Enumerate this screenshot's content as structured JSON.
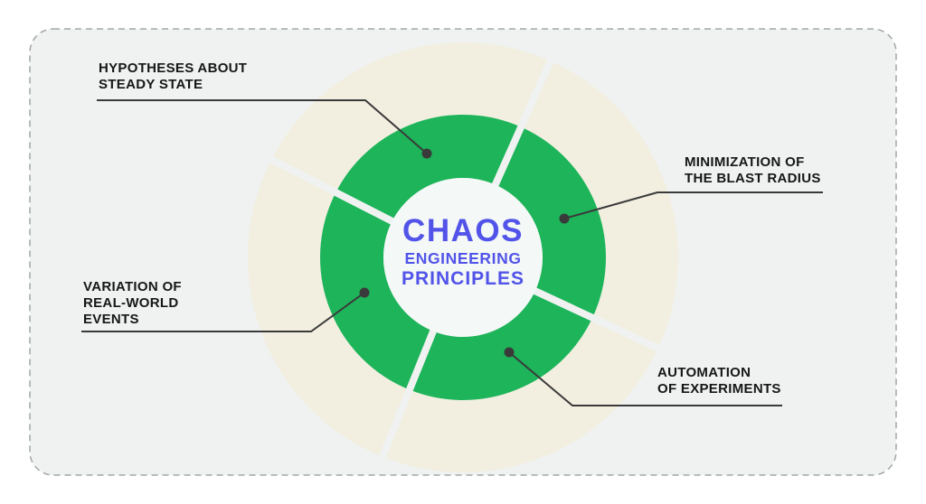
{
  "title": {
    "lines": [
      "CHAOS",
      "ENGINEERING",
      "PRINCIPLES"
    ]
  },
  "principles": [
    {
      "name": "hypotheses-about-steady-state",
      "lines": [
        "HYPOTHESES ABOUT",
        "STEADY STATE"
      ]
    },
    {
      "name": "minimization-of-the-blast-radius",
      "lines": [
        "MINIMIZATION OF",
        "THE BLAST RADIUS"
      ]
    },
    {
      "name": "variation-of-real-world-events",
      "lines": [
        "VARIATION OF",
        "REAL-WORLD",
        "EVENTS"
      ]
    },
    {
      "name": "automation-of-experiments",
      "lines": [
        "AUTOMATION",
        "OF EXPERIMENTS"
      ]
    }
  ],
  "colors": {
    "page_bg": "#FFFFFF",
    "card_bg": "#EFF2F1",
    "card_border": "#A2A7A6",
    "ring_outer_beige": "#F2EFE0",
    "ring_inner_green": "#1DB45A",
    "center_circle": "#F4F8F6",
    "title_text": "#5254E9",
    "label_text": "#161616",
    "connector": "#3A3A3A"
  }
}
